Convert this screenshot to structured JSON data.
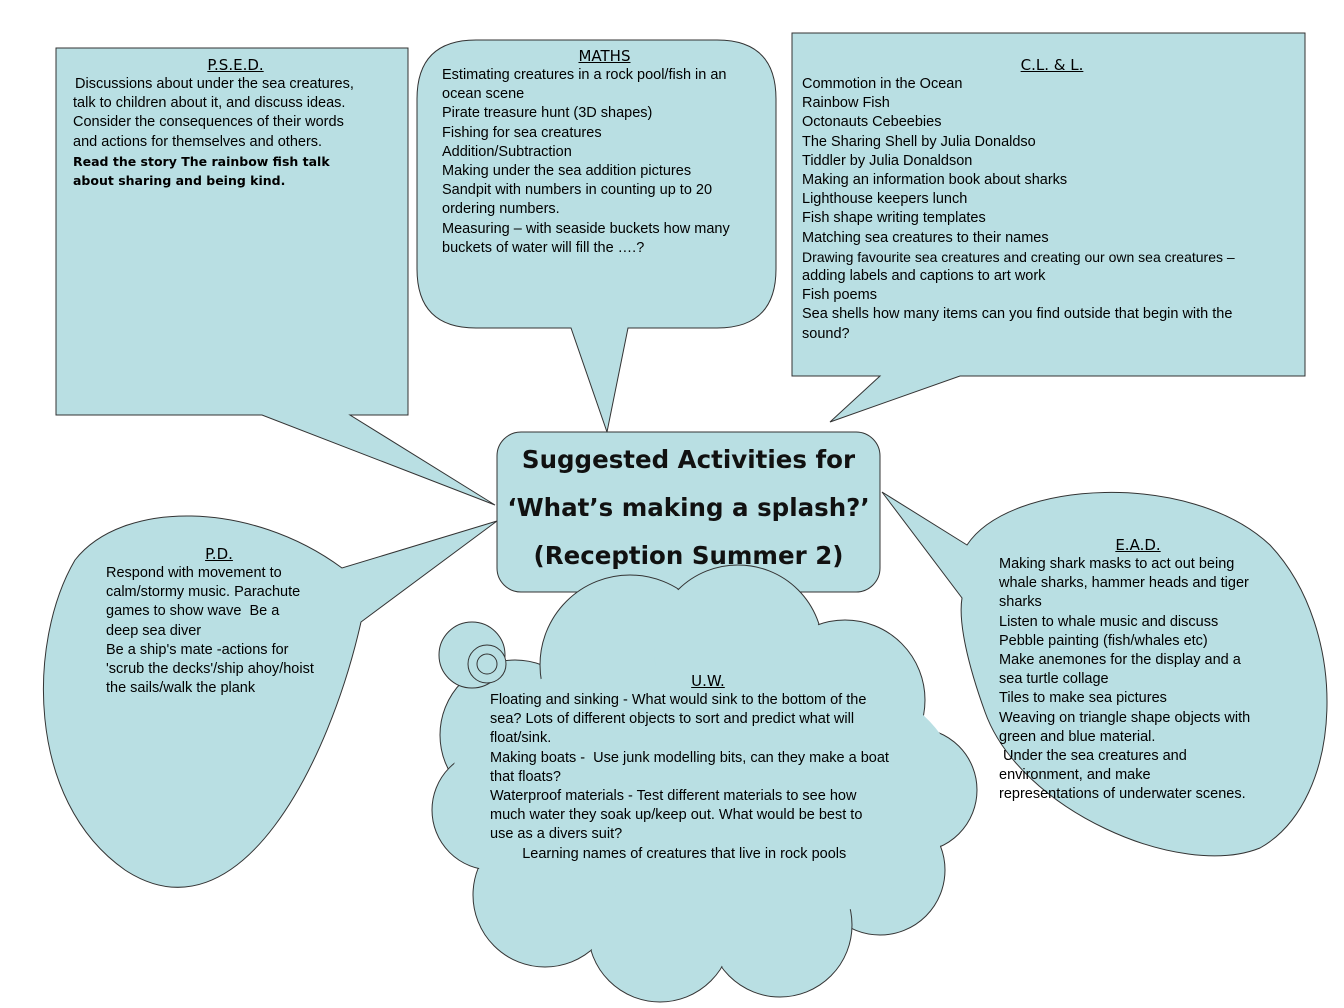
{
  "center": {
    "lines": [
      "Suggested Activities for",
      "‘What’s making a splash?’",
      "(Reception  Summer 2)"
    ]
  },
  "psed": {
    "title": "P.S.E.D.",
    "lines": [
      "Discussions about under the sea creatures,",
      "talk to children about it, and discuss ideas.",
      "Consider the consequences of their words",
      "and actions for themselves and others."
    ],
    "comic_lines": [
      "Read the story The rainbow fish talk",
      "about sharing and being kind."
    ]
  },
  "maths": {
    "title": "MATHS",
    "lines": [
      "Estimating creatures in a rock pool/fish in an",
      "ocean scene",
      "Pirate treasure hunt (3D shapes)",
      "Fishing for sea creatures",
      "Addition/Subtraction",
      "Making under the sea addition pictures",
      "Sandpit with numbers in counting up to 20",
      "ordering numbers.",
      "Measuring – with seaside buckets how many",
      "buckets of water will fill the ….?"
    ]
  },
  "cll": {
    "title": "C.L. & L.",
    "lines": [
      "Commotion in the Ocean",
      "Rainbow Fish",
      "Octonauts Cebeebies",
      "The Sharing Shell by Julia Donaldso",
      "Tiddler by Julia Donaldson",
      "Making an information book about sharks",
      "Lighthouse keepers lunch",
      "Fish shape writing templates",
      "Matching sea creatures to their names",
      "Drawing favourite sea creatures and creating our own sea creatures –",
      "adding labels and captions to art work",
      "Fish poems",
      "Sea shells how many items can you find outside that begin with the",
      "sound?"
    ]
  },
  "pd": {
    "title": "P.D.",
    "lines": [
      "Respond with movement to",
      "calm/stormy music. Parachute",
      "games to show wave  Be a",
      "deep sea diver",
      "Be a ship's mate -actions for",
      "'scrub the decks'/ship ahoy/hoist",
      "the sails/walk the plank"
    ]
  },
  "uw": {
    "title": "U.W.",
    "lines": [
      "Floating and sinking - What would sink to the bottom of the",
      "sea? Lots of different objects to sort and predict what will",
      "float/sink.",
      "Making boats -  Use junk modelling bits, can they make a boat",
      "that floats?",
      "Waterproof materials - Test different materials to see how",
      "much water they soak up/keep out. What would be best to",
      "use as a divers suit?",
      "        Learning names of creatures that live in rock pools"
    ]
  },
  "ead": {
    "title": "E.A.D.",
    "lines": [
      "Making shark masks to act out being",
      "whale sharks, hammer heads and tiger",
      "sharks",
      "Listen to whale music and discuss",
      "Pebble painting (fish/whales etc)",
      "Make anemones for the display and a",
      "sea turtle collage",
      "Tiles to make sea pictures",
      "Weaving on triangle shape objects with",
      "green and blue material.",
      " Under the sea creatures and",
      "environment, and make",
      "representations of underwater scenes."
    ]
  }
}
